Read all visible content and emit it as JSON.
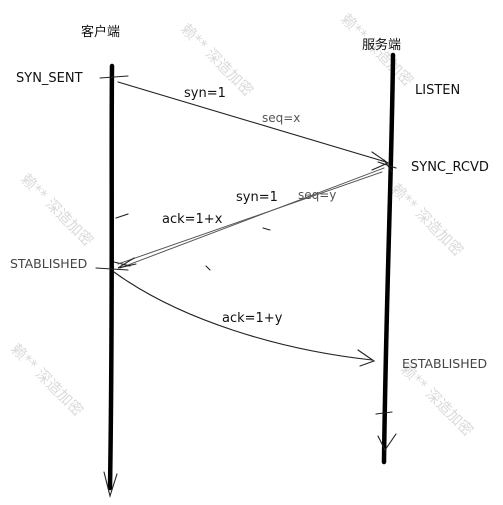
{
  "client": {
    "title": "客户端",
    "state_syn_sent": "SYN_SENT",
    "state_established": "STABLISHED"
  },
  "server": {
    "title": "服务端",
    "state_listen": "LISTEN",
    "state_sync_rcvd": "SYNC_RCVD",
    "state_established": "ESTABLISHED"
  },
  "messages": {
    "first": {
      "syn": "syn=1",
      "seq": "seq=x"
    },
    "second": {
      "syn": "syn=1",
      "seq": "seq=y",
      "ack": "ack=1+x"
    },
    "third": {
      "ack": "ack=1+y"
    }
  },
  "watermark": {
    "text": "赖** 深造加密"
  }
}
